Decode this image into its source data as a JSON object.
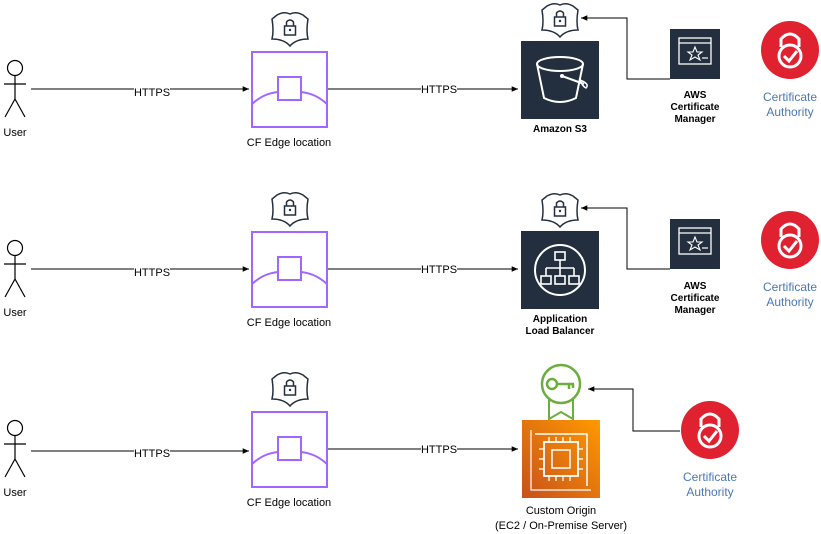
{
  "rows": [
    {
      "user": "User",
      "edge_label_1": "HTTPS",
      "edge_location": "CF Edge location",
      "edge_label_2": "HTTPS",
      "origin_lines": [
        "Amazon S3"
      ],
      "origin_icon": "s3-bucket-icon",
      "acm_lines": [
        "AWS",
        "Certificate",
        "Manager"
      ],
      "ca_lines": [
        "Certificate",
        "Authority"
      ]
    },
    {
      "user": "User",
      "edge_label_1": "HTTPS",
      "edge_location": "CF Edge location",
      "edge_label_2": "HTTPS",
      "origin_lines": [
        "Application",
        "Load Balancer"
      ],
      "origin_icon": "load-balancer-icon",
      "acm_lines": [
        "AWS",
        "Certificate",
        "Manager"
      ],
      "ca_lines": [
        "Certificate",
        "Authority"
      ]
    },
    {
      "user": "User",
      "edge_label_1": "HTTPS",
      "edge_location": "CF Edge location",
      "edge_label_2": "HTTPS",
      "origin_lines": [
        "Custom Origin",
        "(EC2 / On-Premise Server)"
      ],
      "origin_icon": "ec2-instance-icon",
      "ca_lines": [
        "Certificate",
        "Authority"
      ]
    }
  ],
  "colors": {
    "edge_purple": "#a166ff",
    "aws_dark": "#232f3e",
    "ec2_orange": "#f58534",
    "ca_red": "#e0212f",
    "cert_green": "#6cae3e",
    "ca_text_blue": "#4a78b5"
  }
}
